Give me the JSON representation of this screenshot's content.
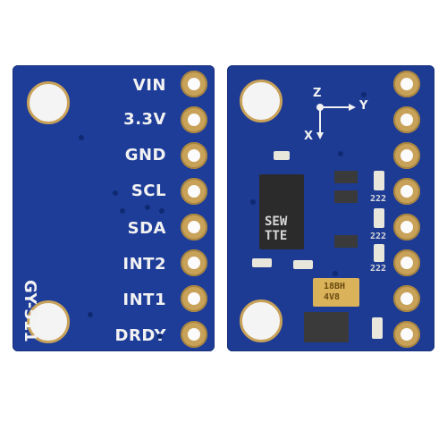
{
  "back_board": {
    "pins": [
      "VIN",
      "3.3V",
      "GND",
      "SCL",
      "SDA",
      "INT2",
      "INT1",
      "DRDY"
    ],
    "model": "GY-511"
  },
  "front_board": {
    "axes": {
      "z": "Z",
      "y": "Y",
      "x": "X"
    },
    "chip_marking": [
      "SEW",
      "TTE"
    ],
    "resistor_codes": [
      "222",
      "222",
      "222"
    ],
    "capacitor_marking": [
      "18BH",
      "4V8"
    ]
  },
  "colors": {
    "pcb": "#1e3d98",
    "pad": "#c9a25a",
    "silk": "#f2f2f2"
  },
  "icons": [
    "mounting-hole-icon",
    "solder-pad-icon",
    "axis-arrow-icon"
  ]
}
